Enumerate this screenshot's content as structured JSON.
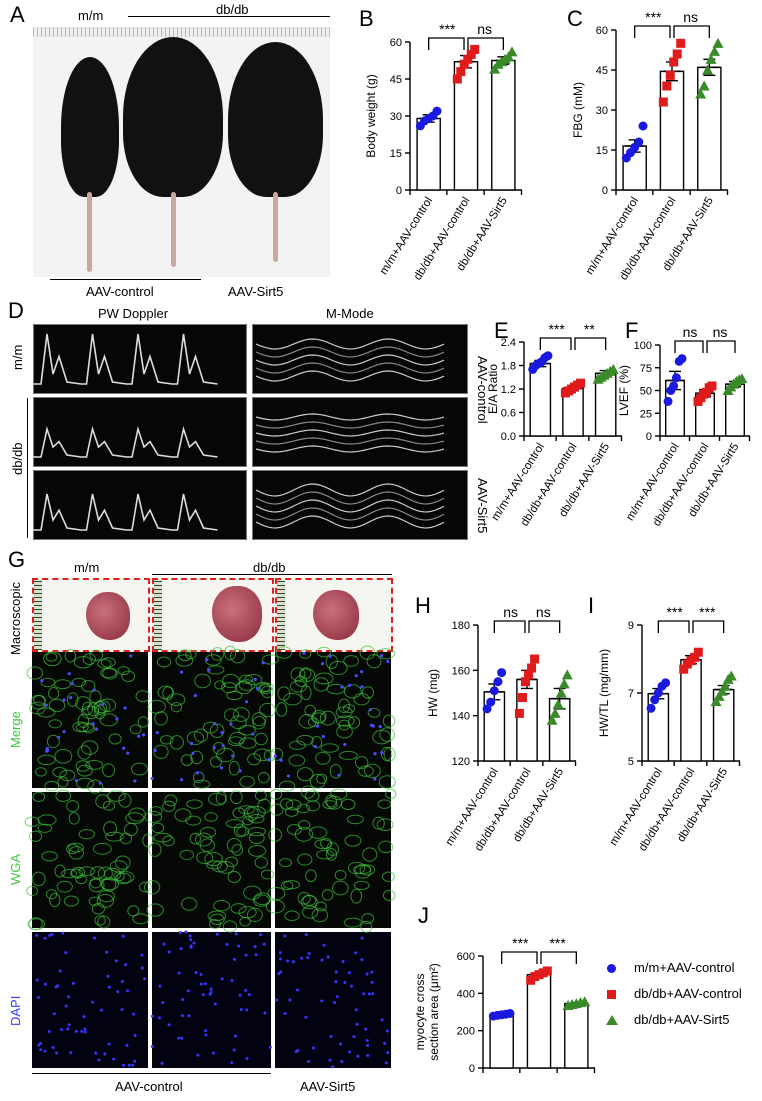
{
  "panels": {
    "A": {
      "letter": "A",
      "top_labels": [
        "m/m",
        "db/db"
      ],
      "bottom_labels": [
        "AAV-control",
        "AAV-Sirt5"
      ]
    },
    "B": {
      "letter": "B"
    },
    "C": {
      "letter": "C"
    },
    "D": {
      "letter": "D",
      "col_labels": [
        "PW Doppler",
        "M-Mode"
      ],
      "row_labels": [
        "m/m",
        "db/db"
      ],
      "side_labels": [
        "AAV-control",
        "AAV-Sirt5"
      ]
    },
    "E": {
      "letter": "E"
    },
    "F": {
      "letter": "F"
    },
    "G": {
      "letter": "G",
      "top_labels": [
        "m/m",
        "db/db"
      ],
      "row_labels": [
        "Macroscopic",
        "Merge",
        "WGA",
        "DAPI"
      ],
      "bottom_labels": [
        "AAV-control",
        "AAV-Sirt5"
      ]
    },
    "H": {
      "letter": "H"
    },
    "I": {
      "letter": "I"
    },
    "J": {
      "letter": "J"
    }
  },
  "legend": {
    "items": [
      {
        "label": "m/m+AAV-control",
        "color": "#1a1adf",
        "shape": "circle"
      },
      {
        "label": "db/db+AAV-control",
        "color": "#e01b1b",
        "shape": "square"
      },
      {
        "label": "db/db+AAV-Sirt5",
        "color": "#3a8a2a",
        "shape": "triangle"
      }
    ]
  },
  "chart_data": [
    {
      "id": "B",
      "type": "bar",
      "ylabel": "Body weight (g)",
      "ylim": [
        0,
        60
      ],
      "yticks": [
        0,
        15,
        30,
        45,
        60
      ],
      "categories": [
        "m/m+AAV-control",
        "db/db+AAV-control",
        "db/db+AAV-Sirt5"
      ],
      "values": [
        29,
        52,
        52.5
      ],
      "sem": [
        1.5,
        2.5,
        1.5
      ],
      "points": [
        [
          26,
          28,
          29,
          30,
          32
        ],
        [
          45,
          48,
          51,
          53,
          55,
          57
        ],
        [
          49,
          51,
          52,
          53,
          54,
          56
        ]
      ],
      "significance": [
        "***",
        "ns"
      ]
    },
    {
      "id": "C",
      "type": "bar",
      "ylabel": "FBG (mM)",
      "ylim": [
        0,
        60
      ],
      "yticks": [
        0,
        15,
        30,
        45,
        60
      ],
      "categories": [
        "m/m+AAV-control",
        "db/db+AAV-control",
        "db/db+AAV-Sirt5"
      ],
      "values": [
        16.5,
        44.5,
        46
      ],
      "sem": [
        2.3,
        3.5,
        3
      ],
      "points": [
        [
          12,
          14,
          16,
          18,
          24
        ],
        [
          33,
          39,
          43,
          48,
          51,
          55
        ],
        [
          36,
          39,
          45,
          49,
          52,
          55
        ]
      ],
      "significance": [
        "***",
        "ns"
      ]
    },
    {
      "id": "E",
      "type": "bar",
      "ylabel": "E/A Ratio",
      "ylim": [
        0,
        2.4
      ],
      "yticks": [
        0.0,
        0.6,
        1.2,
        1.8,
        2.4
      ],
      "categories": [
        "m/m+AAV-control",
        "db/db+AAV-control",
        "db/db+AAV-Sirt5"
      ],
      "values": [
        1.85,
        1.22,
        1.6
      ],
      "sem": [
        0.08,
        0.06,
        0.07
      ],
      "points": [
        [
          1.7,
          1.8,
          1.85,
          1.9,
          2.0,
          2.05
        ],
        [
          1.1,
          1.15,
          1.2,
          1.25,
          1.3,
          1.35
        ],
        [
          1.45,
          1.5,
          1.55,
          1.6,
          1.65,
          1.7
        ]
      ],
      "significance": [
        "***",
        "**"
      ]
    },
    {
      "id": "F",
      "type": "bar",
      "ylabel": "LVEF (%)",
      "ylim": [
        0,
        100
      ],
      "yticks": [
        0,
        25,
        50,
        75,
        100
      ],
      "categories": [
        "m/m+AAV-control",
        "db/db+AAV-control",
        "db/db+AAV-Sirt5"
      ],
      "values": [
        61,
        47,
        57
      ],
      "sem": [
        10,
        4,
        3
      ],
      "points": [
        [
          38,
          50,
          55,
          64,
          82,
          85
        ],
        [
          38,
          42,
          46,
          48,
          53,
          55
        ],
        [
          50,
          54,
          57,
          60,
          62,
          63
        ]
      ],
      "significance": [
        "ns",
        "ns"
      ]
    },
    {
      "id": "H",
      "type": "bar",
      "ylabel": "HW (mg)",
      "ylim": [
        120,
        180
      ],
      "yticks": [
        120,
        140,
        160,
        180
      ],
      "categories": [
        "m/m+AAV-control",
        "db/db+AAV-control",
        "db/db+AAV-Sirt5"
      ],
      "values": [
        150.5,
        156,
        147.5
      ],
      "sem": [
        3.5,
        4,
        4.5
      ],
      "points": [
        [
          143,
          146,
          151,
          155,
          159
        ],
        [
          141,
          148,
          155,
          158,
          161,
          165
        ],
        [
          138,
          141,
          145,
          150,
          154,
          158
        ]
      ],
      "significance": [
        "ns",
        "ns"
      ]
    },
    {
      "id": "I",
      "type": "bar",
      "ylabel": "HW/TL (mg/mm)",
      "ylim": [
        5,
        9
      ],
      "yticks": [
        5,
        7,
        9
      ],
      "categories": [
        "m/m+AAV-control",
        "db/db+AAV-control",
        "db/db+AAV-Sirt5"
      ],
      "values": [
        6.98,
        7.98,
        7.1
      ],
      "sem": [
        0.15,
        0.12,
        0.12
      ],
      "points": [
        [
          6.55,
          6.8,
          7.0,
          7.2,
          7.3
        ],
        [
          7.7,
          7.85,
          7.95,
          8.05,
          8.2
        ],
        [
          6.75,
          6.9,
          7.05,
          7.2,
          7.4,
          7.5
        ]
      ],
      "significance": [
        "***",
        "***"
      ]
    },
    {
      "id": "J",
      "type": "bar",
      "ylabel": "myocyte cross section area (μm²)",
      "ylim": [
        0,
        600
      ],
      "yticks": [
        0,
        200,
        400,
        600
      ],
      "categories": [
        "m/m+AAV-control",
        "db/db+AAV-control",
        "db/db+AAV-Sirt5"
      ],
      "values": [
        285,
        500,
        345
      ],
      "sem": [
        5,
        10,
        5
      ],
      "points": [
        [
          278,
          282,
          285,
          288,
          292
        ],
        [
          470,
          490,
          500,
          510,
          520
        ],
        [
          335,
          340,
          345,
          350,
          355
        ]
      ],
      "significance": [
        "***",
        "***"
      ]
    }
  ]
}
